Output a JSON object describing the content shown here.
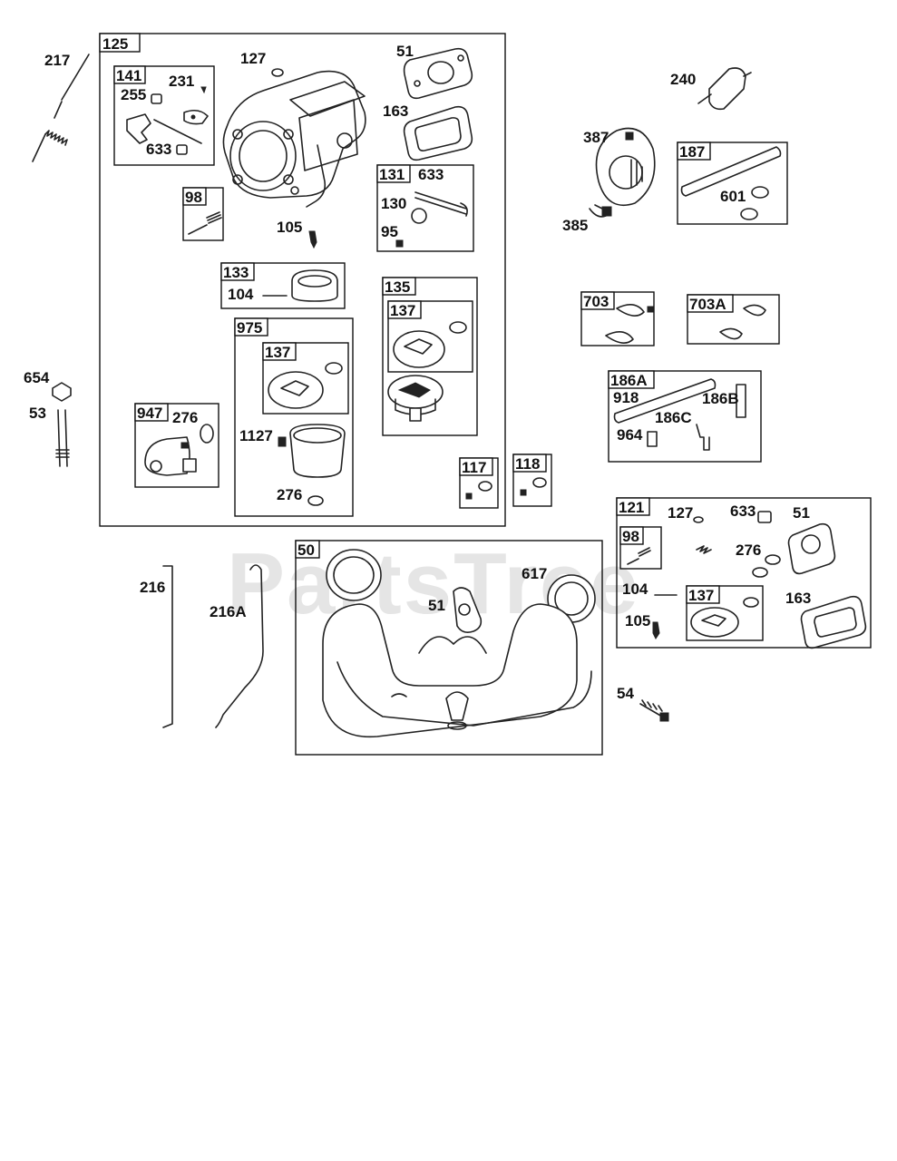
{
  "watermark": "PartsTree",
  "boxes": {
    "b125": "125",
    "b141": "141",
    "b98a": "98",
    "b133": "133",
    "b975": "975",
    "b137a": "137",
    "b947": "947",
    "b131": "131",
    "b135": "135",
    "b137b": "137",
    "b117": "117",
    "b118": "118",
    "b187": "187",
    "b703": "703",
    "b703A": "703A",
    "b186A": "186A",
    "b121": "121",
    "b98b": "98",
    "b137c": "137",
    "b50": "50"
  },
  "labels": {
    "l217": "217",
    "l127a": "127",
    "l51a": "51",
    "l163a": "163",
    "l255": "255",
    "l231": "231",
    "l633a": "633",
    "l105a": "105",
    "l104a": "104",
    "l633b": "633",
    "l130": "130",
    "l95": "95",
    "l654": "654",
    "l53": "53",
    "l276a": "276",
    "l1127": "1127",
    "l276b": "276",
    "l240": "240",
    "l387": "387",
    "l385": "385",
    "l601": "601",
    "l918": "918",
    "l186B": "186B",
    "l186C": "186C",
    "l964": "964",
    "l127b": "127",
    "l633c": "633",
    "l51b": "51",
    "l276c": "276",
    "l104b": "104",
    "l163b": "163",
    "l105b": "105",
    "l216": "216",
    "l216A": "216A",
    "l617": "617",
    "l51c": "51",
    "l54": "54"
  }
}
